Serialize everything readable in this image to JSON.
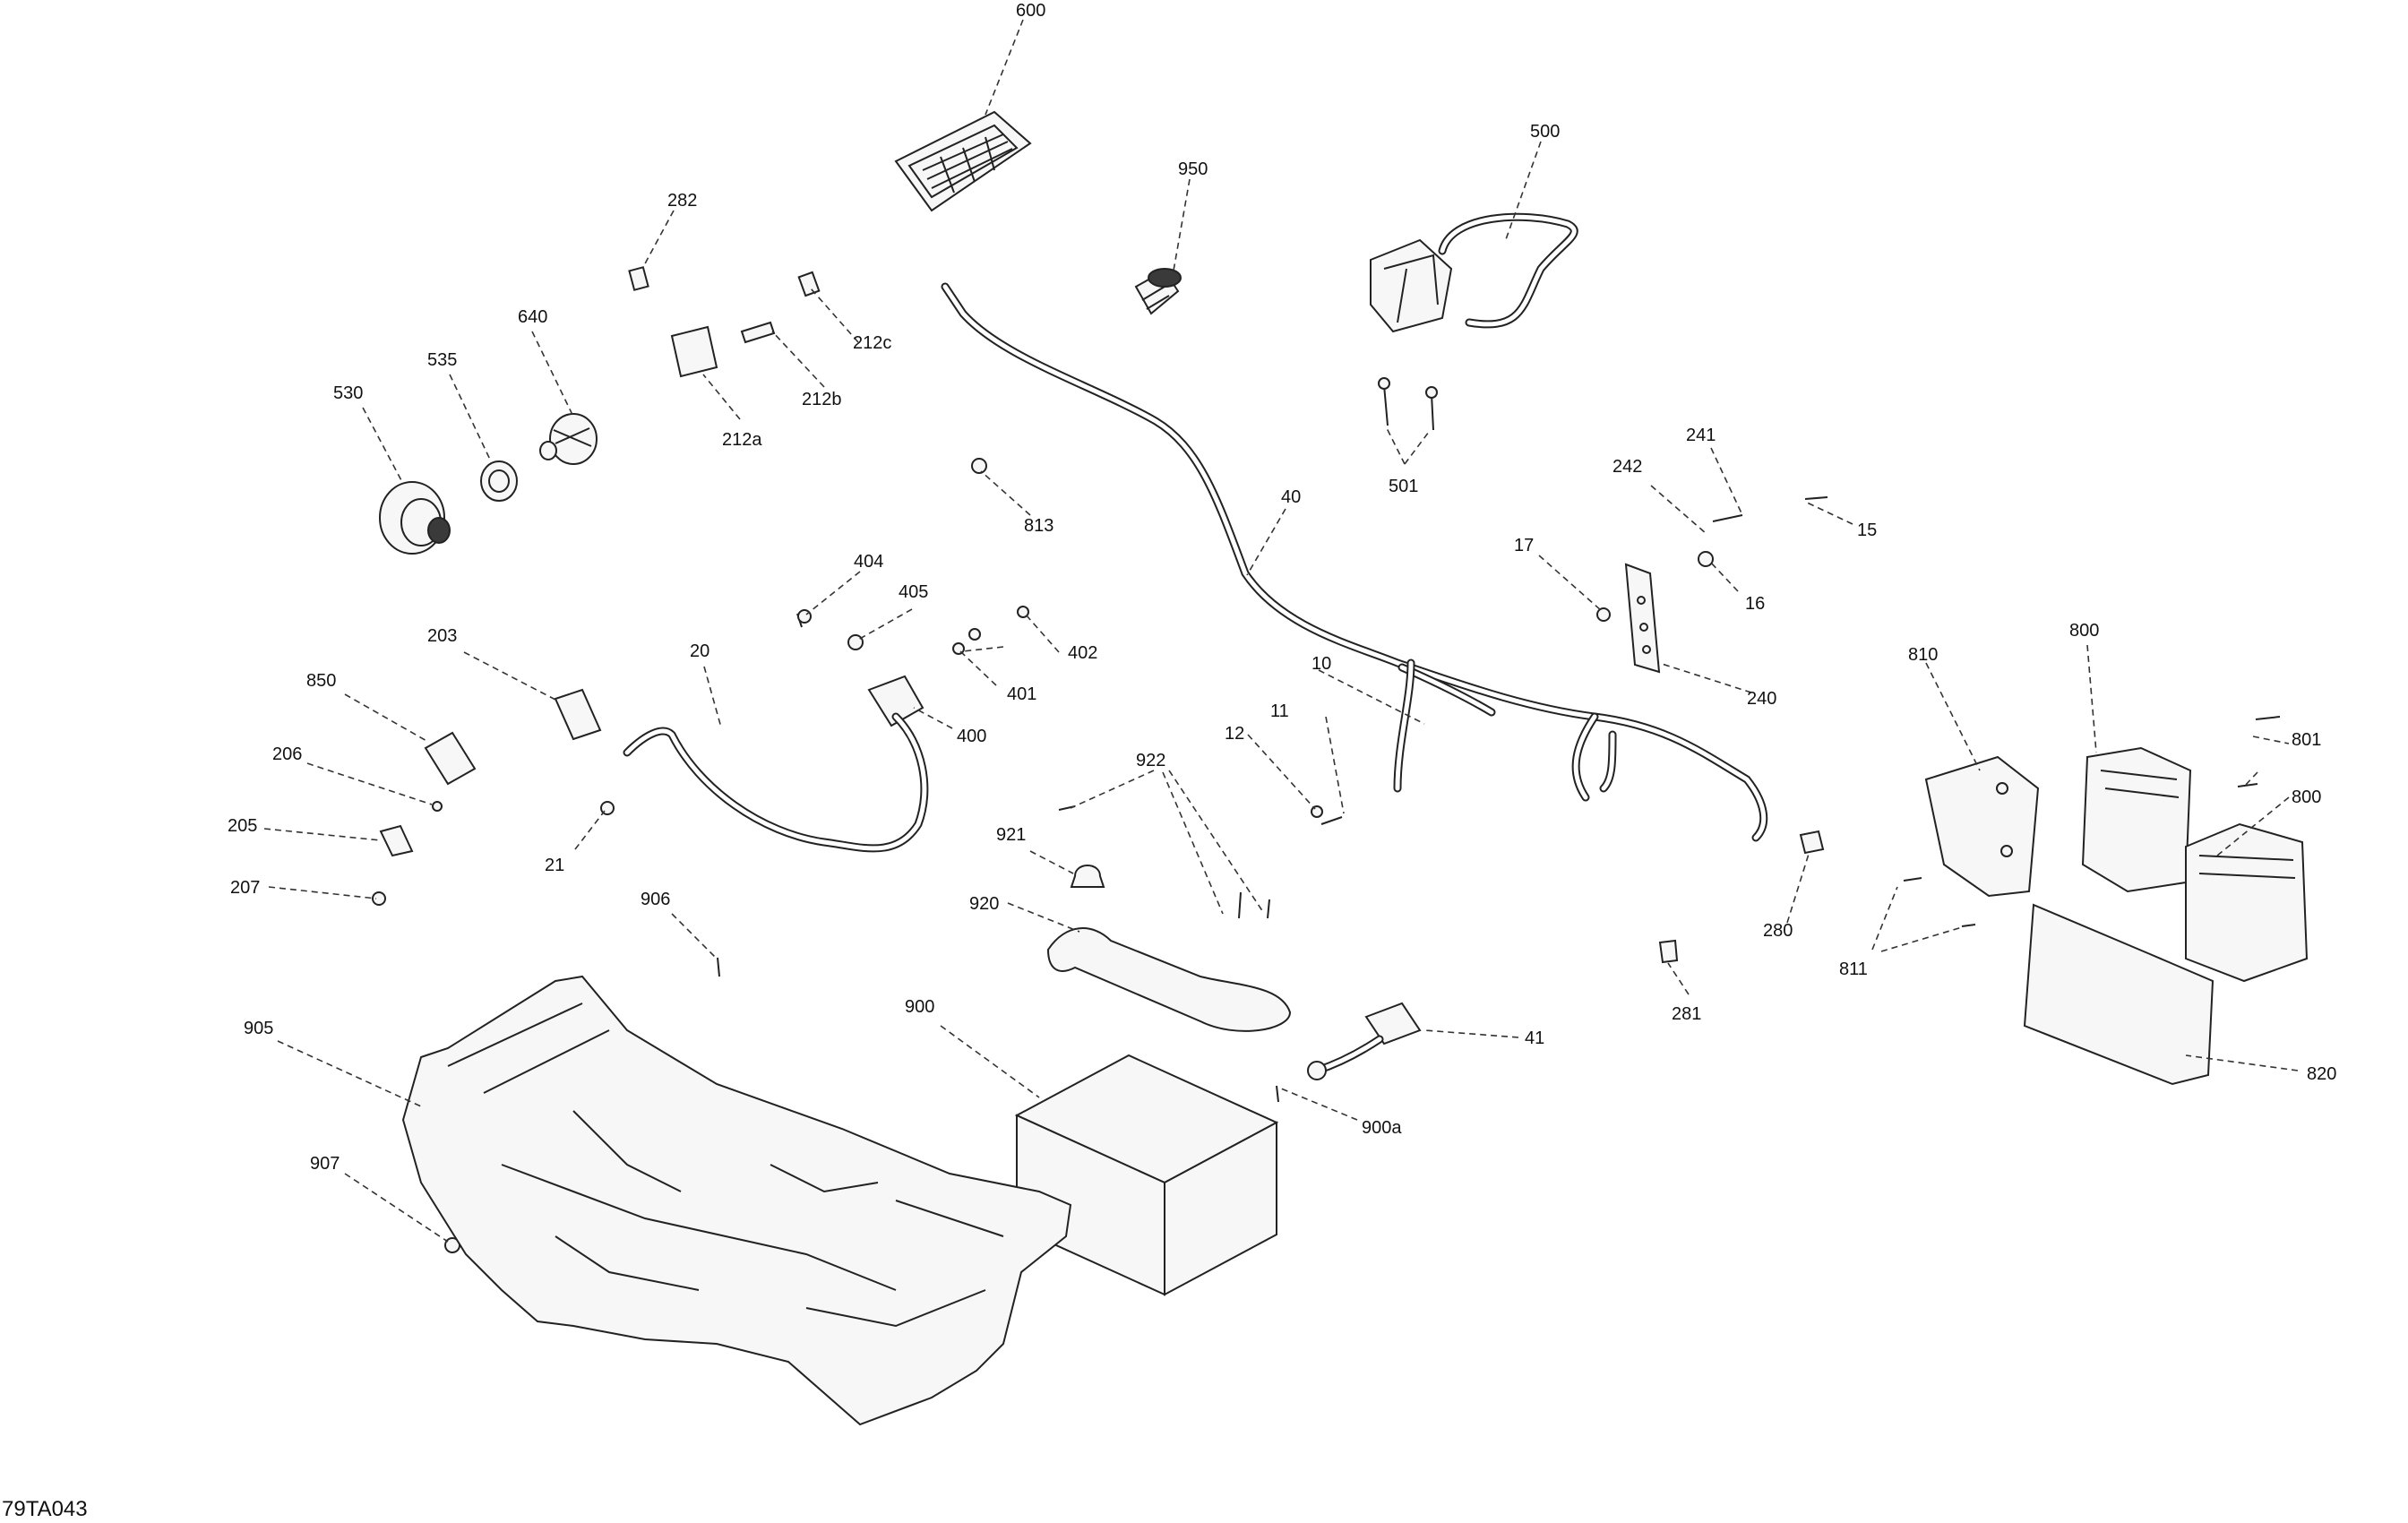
{
  "diagram": {
    "reference_code": "79TA043",
    "callouts": [
      "600",
      "950",
      "500",
      "282",
      "212c",
      "212b",
      "212a",
      "640",
      "535",
      "530",
      "501",
      "241",
      "242",
      "15",
      "17",
      "16",
      "240",
      "813",
      "40",
      "404",
      "405",
      "402",
      "401",
      "400",
      "203",
      "20",
      "850",
      "206",
      "205",
      "207",
      "21",
      "10",
      "11",
      "12",
      "922",
      "921",
      "920",
      "906",
      "905",
      "907",
      "900",
      "41",
      "900a",
      "280",
      "281",
      "810",
      "800",
      "801",
      "811",
      "820"
    ]
  }
}
